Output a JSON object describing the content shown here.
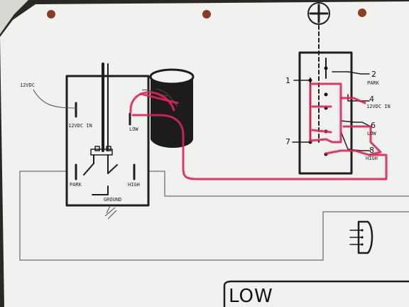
{
  "motor_box": {
    "input_label": "12VDC",
    "in_label": "12VDC IN",
    "low_label": "LOW",
    "park_label": "PARK",
    "high_label": "HIGH",
    "ground_label": "GROUND"
  },
  "switch_terminals": {
    "t1": "1",
    "t2": "2",
    "park": "PARK",
    "t4": "4",
    "in12": "12VDC IN",
    "t6": "6",
    "low": "LOW",
    "t7": "7",
    "t8": "8",
    "high": "HIGH"
  },
  "mode_label": "LOW",
  "wire_highlight_color": "#e0245a"
}
